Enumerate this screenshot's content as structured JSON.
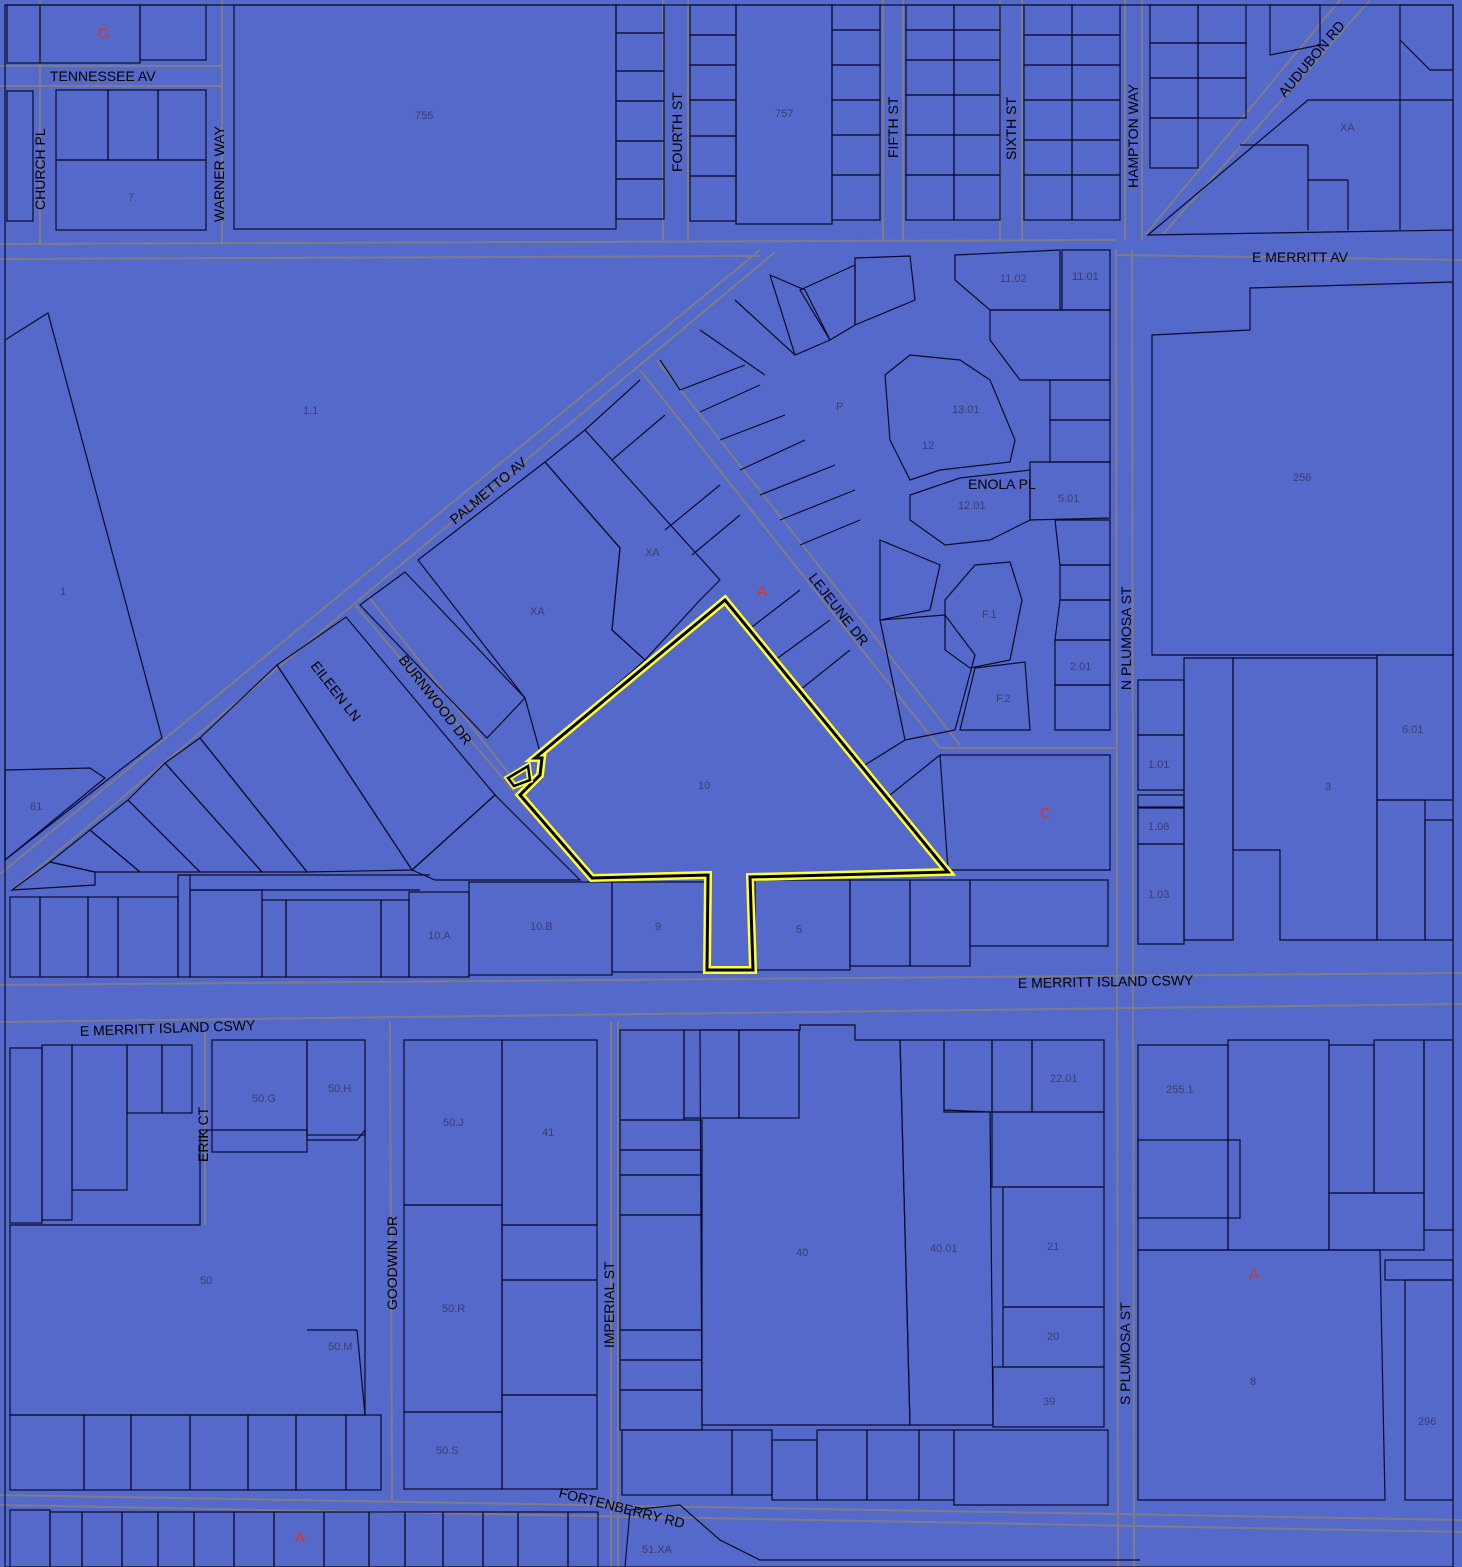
{
  "map": {
    "colors": {
      "parcel_fill": "#5469c9",
      "parcel_line": "#0b0b2a",
      "road_line": "#7d7d8a",
      "subject_outline": "#ffff33",
      "zoning_label": "#d9342b"
    },
    "roads": {
      "tennessee_av": "TENNESSEE AV",
      "church_pl": "CHURCH PL",
      "warner_way": "WARNER WAY",
      "fourth_st": "FOURTH ST",
      "fifth_st": "FIFTH ST",
      "sixth_st": "SIXTH ST",
      "hampton_way": "HAMPTON WAY",
      "audubon_rd": "AUDUBON RD",
      "e_merritt_av": "E MERRITT AV",
      "palmetto_av": "PALMETTO AV",
      "lejeune_dr": "LEJEUNE DR",
      "enola_pl": "ENOLA PL",
      "n_plumosa_st": "N PLUMOSA ST",
      "eileen_ln": "EILEEN LN",
      "burnwood_dr": "BURNWOOD DR",
      "e_merritt_island_cswy_north": "E MERRITT ISLAND CSWY",
      "e_merritt_island_cswy_south": "E MERRITT ISLAND CSWY",
      "erik_ct": "ERIK CT",
      "goodwin_dr": "GOODWIN DR",
      "imperial_st": "IMPERIAL ST",
      "s_plumosa_st": "S PLUMOSA ST",
      "fortenberry_rd": "FORTENBERRY RD"
    },
    "zoning": {
      "g": "G",
      "a1": "A",
      "c": "C",
      "a2": "A",
      "a3": "A"
    },
    "parcels": {
      "p1": "1.1",
      "p2": "1",
      "p3": "61",
      "p4": "XA",
      "p5": "XA",
      "p6": "10",
      "p7": "755",
      "p8": "757",
      "p9": "256",
      "p10": "7",
      "p11": "11.02",
      "p12": "11.01",
      "p13": "13.01",
      "p14": "12",
      "p15": "12.01",
      "p16": "5.01",
      "p17": "F.1",
      "p18": "F.2",
      "p19": "2.01",
      "p20": "P",
      "p21": "10.B",
      "p22": "10.A",
      "p23": "9",
      "p24": "5",
      "p25": "50",
      "p26": "50.J",
      "p27": "41",
      "p28": "40",
      "p29": "40.01",
      "p30": "50.R",
      "p31": "50.S",
      "p32": "255.1",
      "p33": "6.01",
      "p34": "1.01",
      "p35": "1.03",
      "p36": "1.08",
      "p37": "3",
      "p38": "50.G",
      "p39": "50.H",
      "p40": "50.M",
      "p41": "22.01",
      "p42": "21",
      "p43": "20",
      "p44": "39",
      "p45": "51.XA",
      "p46": "296",
      "p47": "8",
      "p48": "XA"
    }
  }
}
